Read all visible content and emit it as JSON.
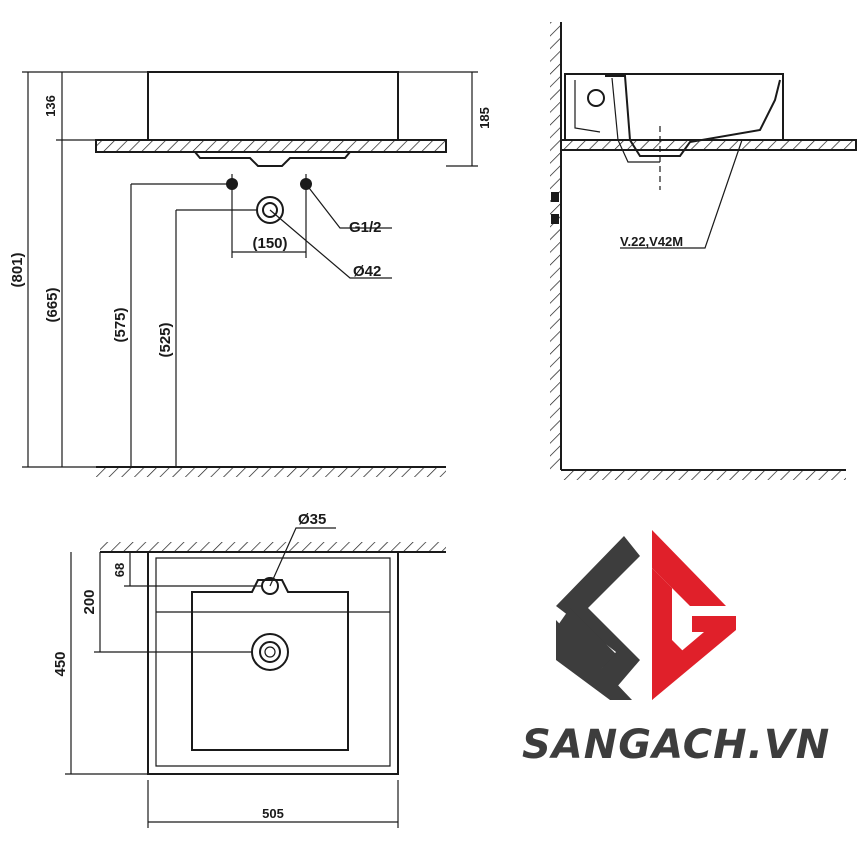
{
  "front_view": {
    "dims": {
      "d136": "136",
      "d185": "185",
      "d801": "(801)",
      "d665": "(665)",
      "d575": "(575)",
      "d525": "(525)",
      "d150": "(150)",
      "g12": "G1/2",
      "d42": "Ø42"
    }
  },
  "side_view": {
    "label": "V.22,V42M"
  },
  "top_view": {
    "dims": {
      "d35": "Ø35",
      "d68": "68",
      "d200": "200",
      "d450": "450",
      "d505": "505"
    }
  },
  "logo": {
    "brand_text": "SANGACH.VN",
    "colors": {
      "dark": "#3d3d3d",
      "red": "#e0202a"
    }
  }
}
